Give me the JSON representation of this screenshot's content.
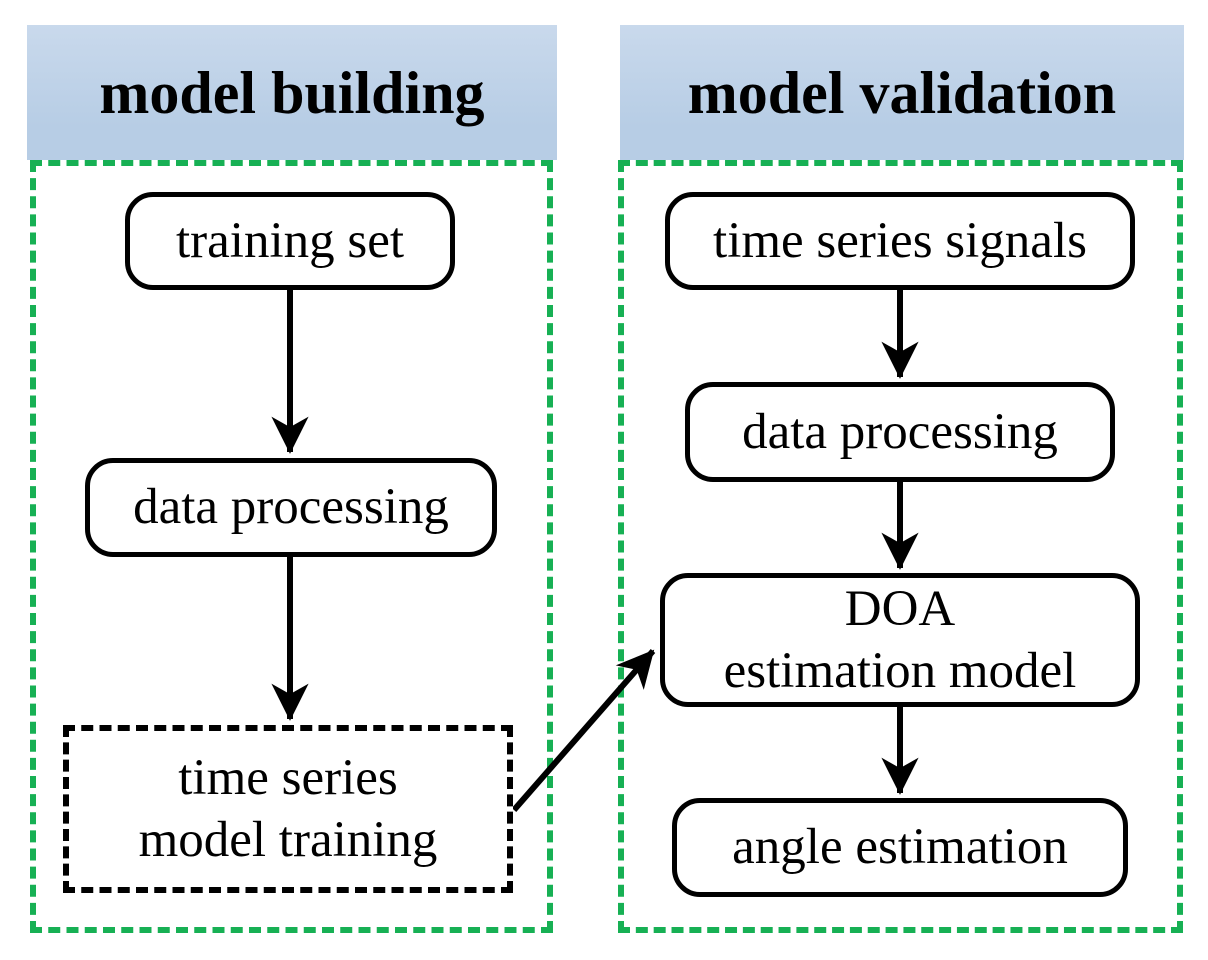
{
  "left_panel": {
    "title": "model building",
    "nodes": {
      "training_set": "training set",
      "data_processing": "data processing",
      "model_training_line1": "time series",
      "model_training_line2": "model training"
    }
  },
  "right_panel": {
    "title": "model validation",
    "nodes": {
      "time_series_signals": "time series signals",
      "data_processing": "data processing",
      "doa_line1": "DOA",
      "doa_line2": "estimation model",
      "angle_estimation": "angle estimation"
    }
  },
  "icons": {
    "arrow_down": "arrow-down-icon",
    "arrow_diagonal": "arrow-up-right-icon"
  },
  "colors": {
    "header_bg": "#bdd0e6",
    "region_border_green": "#17b054",
    "node_border": "#000000",
    "text": "#000000",
    "background": "#ffffff"
  }
}
